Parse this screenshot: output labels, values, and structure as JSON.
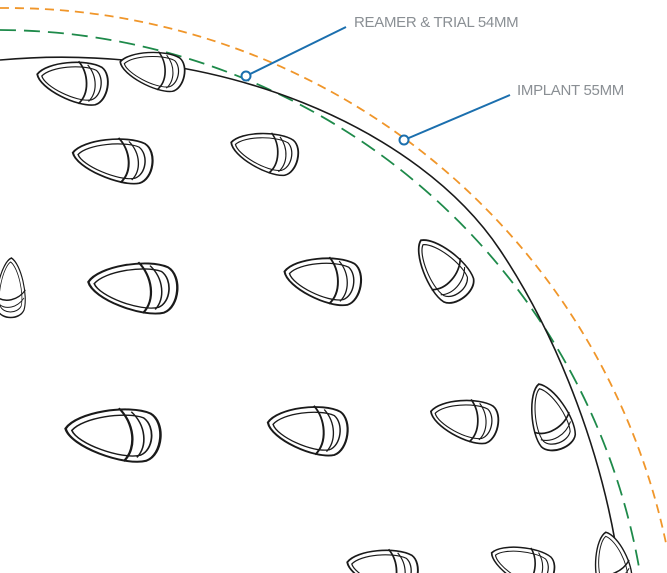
{
  "labels": {
    "reamer_trial": "REAMER & TRIAL 54MM",
    "implant": "IMPLANT 55MM"
  },
  "colors": {
    "outline": "#1a1a1a",
    "reamer_ring": "#1e8a4a",
    "implant_ring": "#f0962a",
    "leader": "#1b6fae",
    "label_text": "#8a8f94",
    "background": "#ffffff"
  },
  "features": {
    "teeth_style": "hooked cutting teeth",
    "reamer_ring_style": "dashed",
    "implant_ring_style": "dashed"
  }
}
